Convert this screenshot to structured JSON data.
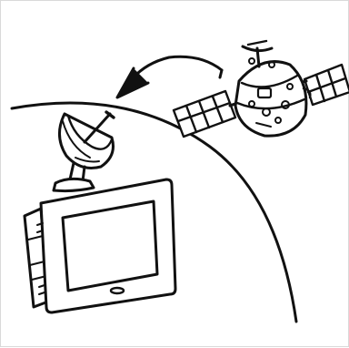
{
  "illustration": {
    "subject": [
      "satellite",
      "satellite-dish",
      "television",
      "signal-arrow",
      "earth-curve"
    ],
    "colors": {
      "stroke": "#111111",
      "fill": "#ffffff",
      "border": "#d9d9d9"
    }
  }
}
